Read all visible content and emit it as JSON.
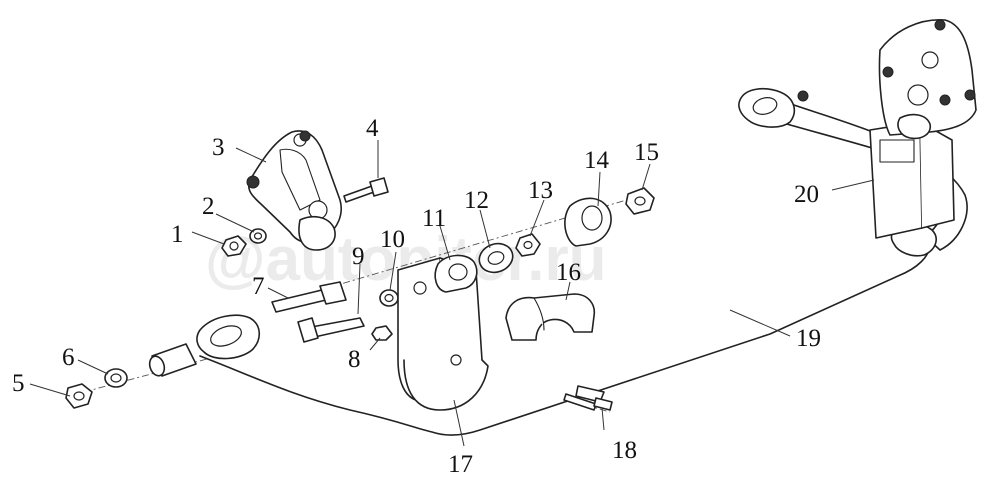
{
  "watermark": "@autopiter.ru",
  "callouts": {
    "c1": "1",
    "c2": "2",
    "c3": "3",
    "c4": "4",
    "c5": "5",
    "c6": "6",
    "c7": "7",
    "c8": "8",
    "c9": "9",
    "c10": "10",
    "c11": "11",
    "c12": "12",
    "c13": "13",
    "c14": "14",
    "c15": "15",
    "c16": "16",
    "c17": "17",
    "c18": "18",
    "c19": "19",
    "c20": "20"
  }
}
